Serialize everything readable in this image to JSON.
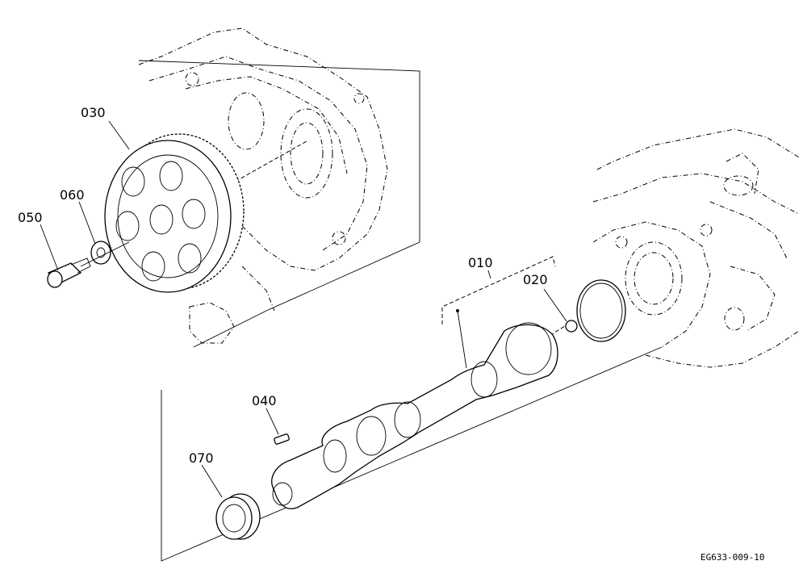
{
  "parts": {
    "p010": "010",
    "p020": "020",
    "p030": "030",
    "p040": "040",
    "p050": "050",
    "p060": "060",
    "p070": "070"
  },
  "drawing_code": "EG633-009-10"
}
